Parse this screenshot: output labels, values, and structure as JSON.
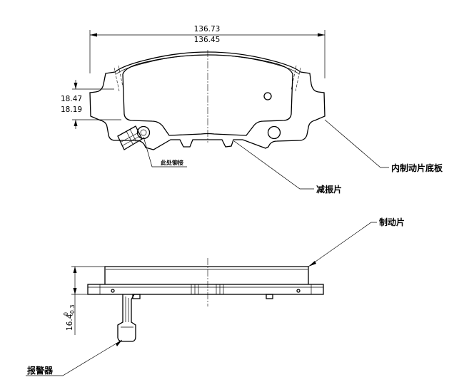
{
  "dimensions": {
    "overall_length_max": "136.73",
    "overall_length_min": "136.45",
    "tab_height_max": "18.47",
    "tab_height_min": "18.19",
    "thickness_nominal": "16.4",
    "thickness_upper_tol": "0",
    "thickness_lower_tol": "-0.3"
  },
  "callouts": {
    "inner_backing_plate": "内制动片底板",
    "shim": "减振片",
    "riveted_here": "此处铆接",
    "brake_pad": "制动片",
    "wear_indicator": "报警器"
  }
}
